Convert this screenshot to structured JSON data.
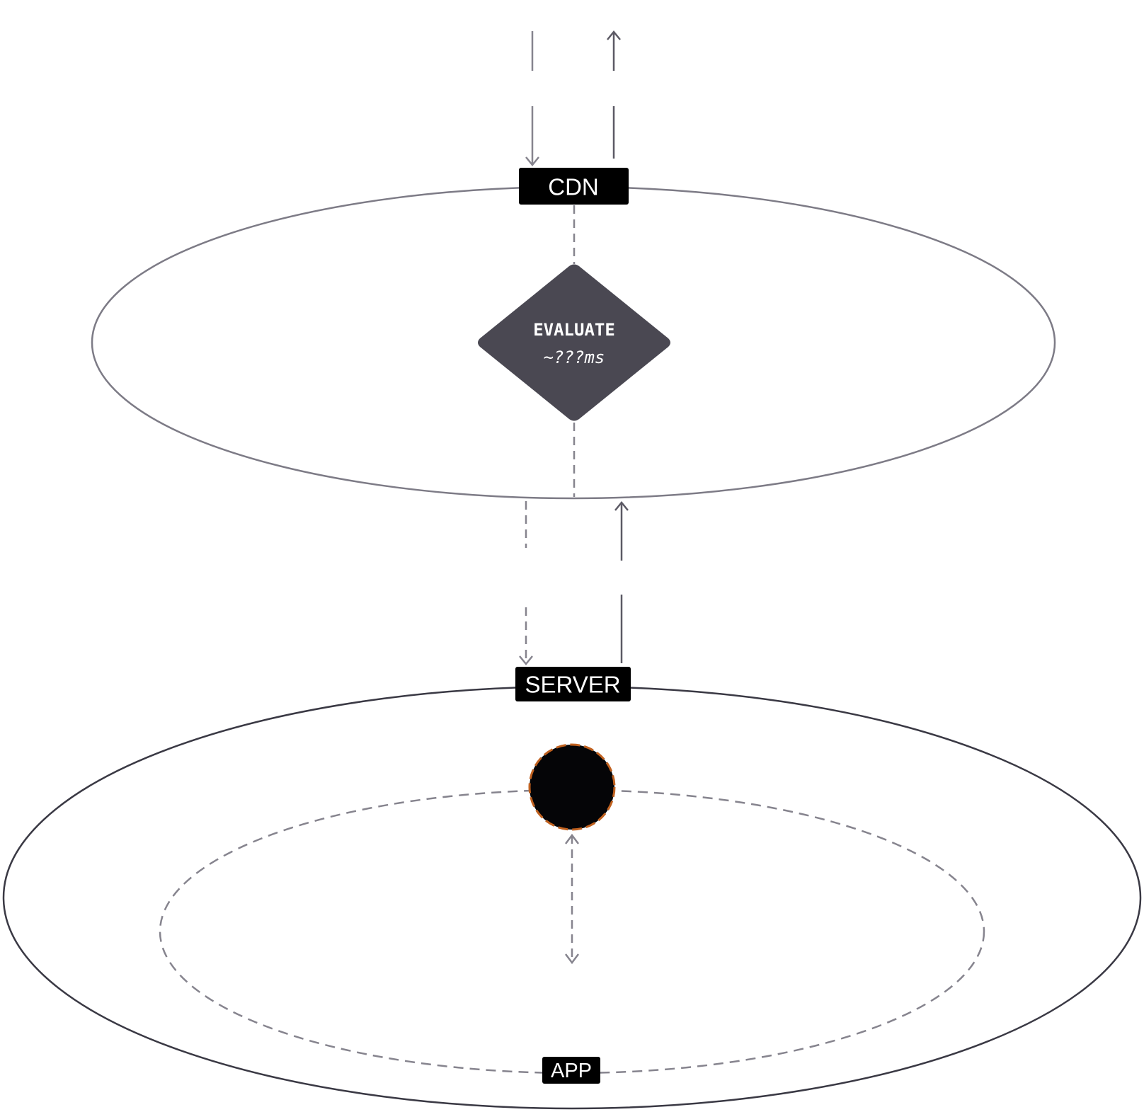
{
  "labels": {
    "cdn": "CDN",
    "server": "SERVER",
    "app": "APP"
  },
  "decision": {
    "title": "EVALUATE",
    "timing": "~???ms"
  },
  "colors": {
    "label_background": "#000000",
    "cdn_layer_stroke": "#7d7b86",
    "server_layer_stroke": "#3a3944",
    "dashed_stroke": "#86848e",
    "solid_arrow": "#5c5a65",
    "decision_fill": "#4a4852",
    "node_fill": "#050507",
    "node_outline": "#c0611f"
  }
}
